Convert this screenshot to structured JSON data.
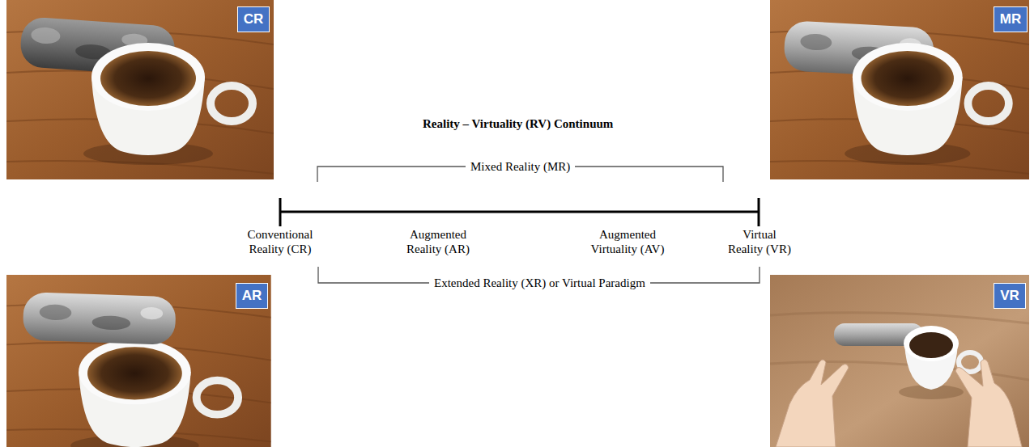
{
  "diagram": {
    "title": "Reality – Virtuality (RV) Continuum",
    "nodes": [
      {
        "text": [
          "CR"
        ]
      },
      {
        "text": [
          "MR"
        ]
      },
      {
        "text": [
          "AR"
        ]
      },
      {
        "text": [
          "VR"
        ]
      }
    ],
    "labels": [
      "Mixed Reality (MR)",
      "Conventional Reality (CR)",
      "Augmented Reality (AR)",
      "Augmented Virtuality (AV)",
      "Virtual Reality (VR)",
      "Extended Reality (XR) or Virtual Paradigm"
    ]
  }
}
